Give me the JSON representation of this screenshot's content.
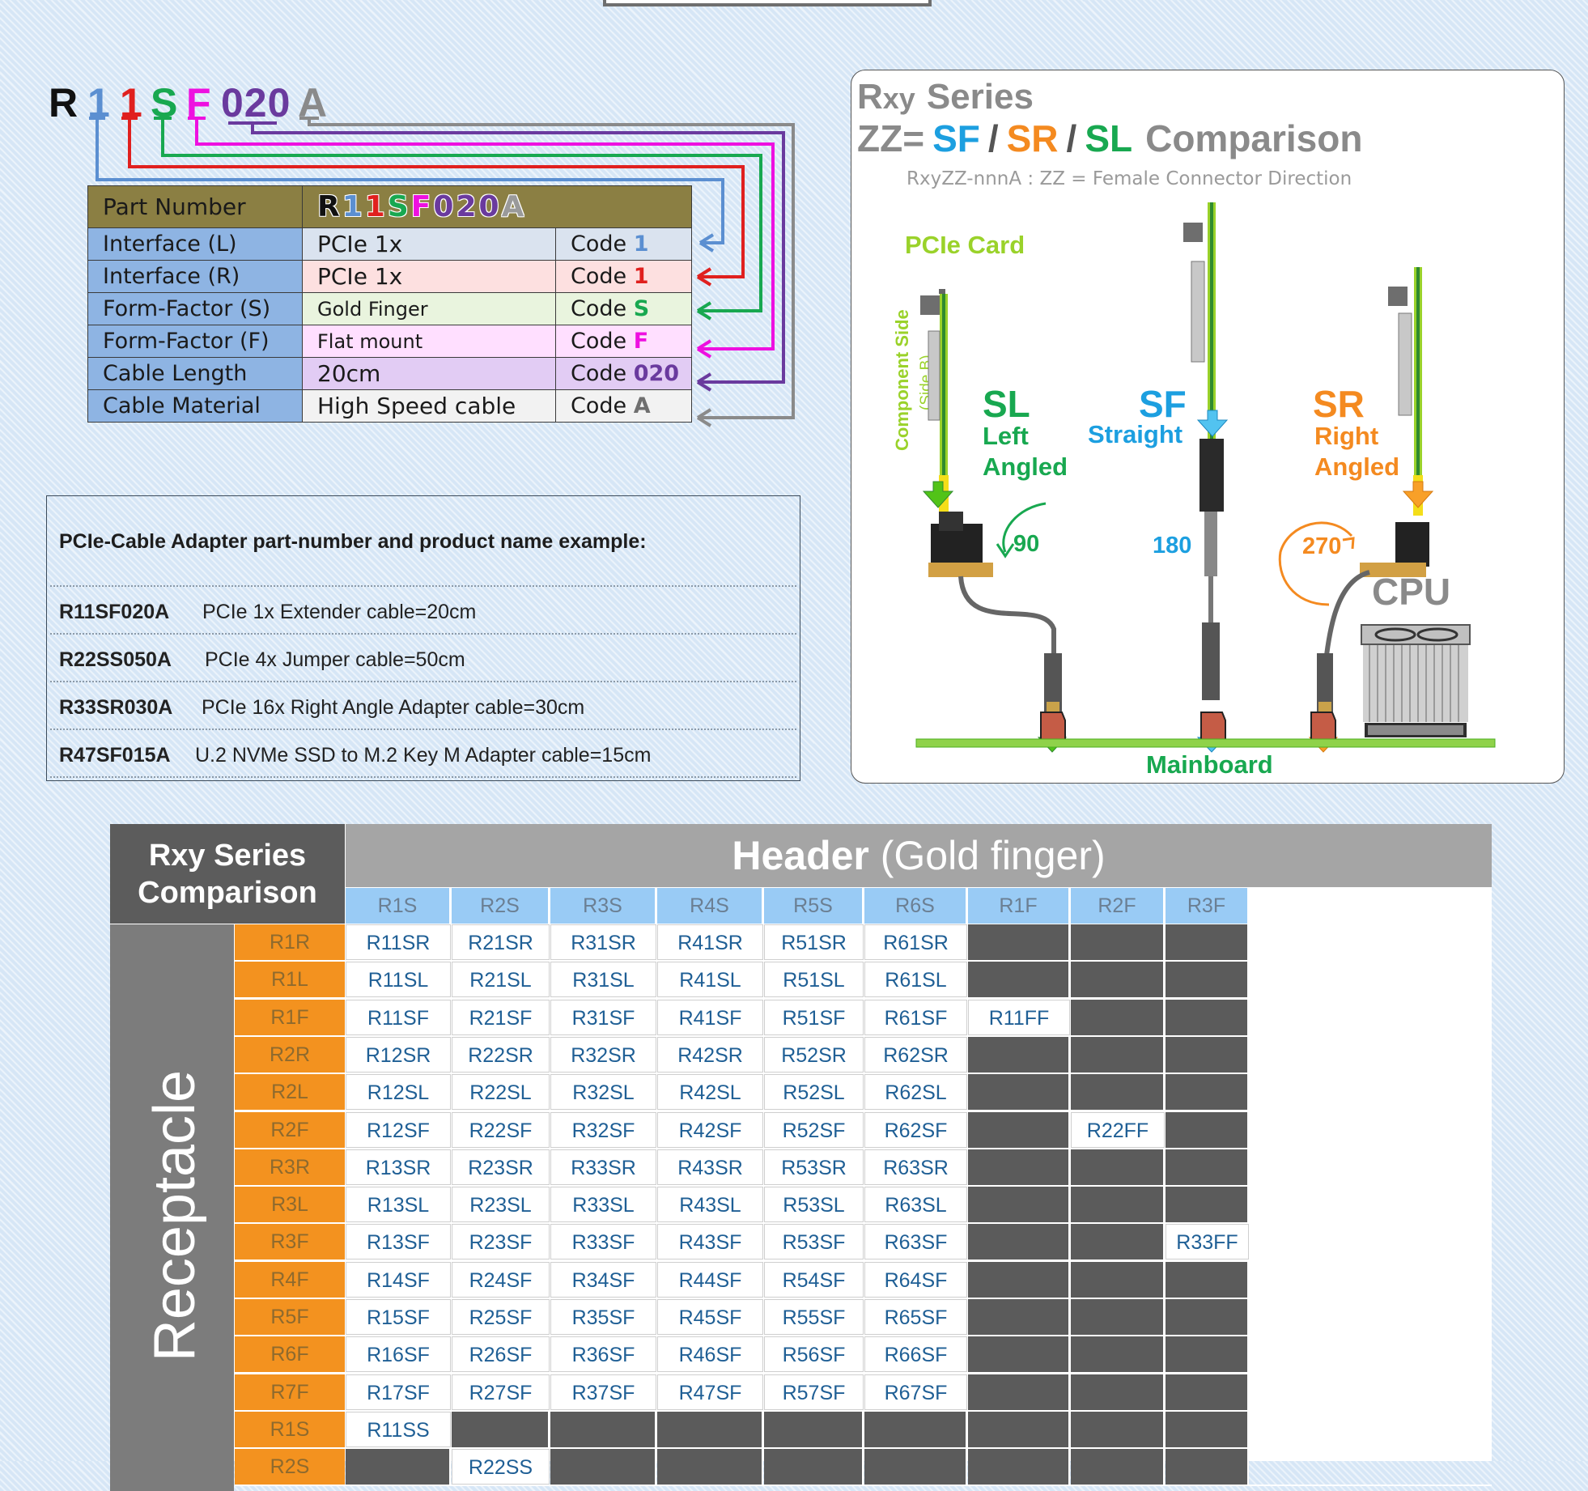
{
  "part_code": {
    "chars": [
      {
        "text": "R",
        "color": "#111111"
      },
      {
        "text": "1",
        "color": "#5b8fd1"
      },
      {
        "text": "1",
        "color": "#e0201e"
      },
      {
        "text": "S",
        "color": "#18a850"
      },
      {
        "text": "F",
        "color": "#ee10e0"
      },
      {
        "text": "020",
        "color": "#6a3a9e"
      },
      {
        "text": "A",
        "color": "#8a8a8a"
      }
    ]
  },
  "pn_table": {
    "header_label": "Part Number",
    "header_value": "R11SF020A",
    "rows": [
      {
        "label": "Interface (L)",
        "value": "PCIe 1x",
        "code_prefix": "Code",
        "code": "1",
        "value_bg": "#dae3ef",
        "code_color": "#5b8fd1"
      },
      {
        "label": "Interface (R)",
        "value": "PCIe 1x",
        "code_prefix": "Code",
        "code": "1",
        "value_bg": "#fde0e0",
        "code_color": "#e0201e"
      },
      {
        "label": "Form-Factor (S)",
        "value": "Gold Finger",
        "code_prefix": "Code",
        "code": "S",
        "value_bg": "#e9f4de",
        "code_color": "#18a850"
      },
      {
        "label": "Form-Factor (F)",
        "value": "Flat mount",
        "code_prefix": "Code",
        "code": "F",
        "value_bg": "#ffdfff",
        "code_color": "#ee10e0"
      },
      {
        "label": "Cable Length",
        "value": "20cm",
        "code_prefix": "Code",
        "code": "020",
        "value_bg": "#e2ccf4",
        "code_color": "#6a3a9e"
      },
      {
        "label": "Cable Material",
        "value": "High Speed cable",
        "code_prefix": "Code",
        "code": "A",
        "value_bg": "#f2f2f2",
        "code_color": "#7a7a7a"
      }
    ]
  },
  "examples": {
    "title": "PCIe-Cable Adapter part-number and product name example:",
    "items": [
      {
        "pn": "R11SF020A",
        "name": "PCIe 1x Extender cable=20cm"
      },
      {
        "pn": "R22SS050A",
        "name": "PCIe 4x Jumper cable=50cm"
      },
      {
        "pn": "R33SR030A",
        "name": "PCIe 16x Right Angle Adapter cable=30cm"
      },
      {
        "pn": "R47SF015A",
        "name": "U.2 NVMe SSD to M.2 Key M Adapter cable=15cm"
      }
    ]
  },
  "diagram": {
    "title_line1_a": "R",
    "title_line1_b": "xy",
    "title_line1_c": "Series",
    "title_line2_prefix": "ZZ=",
    "title_sf": "SF",
    "title_sr": "SR",
    "title_sl": "SL",
    "title_slash": "/",
    "title_line2_suffix": "Comparison",
    "subtitle": "RxyZZ-nnnA : ZZ = Female Connector Direction",
    "pcie_card": "PCIe Card",
    "component_side": "Component Side",
    "side_b": "(Side B)",
    "sl_code": "SL",
    "sl_line1": "Left",
    "sl_line2": "Angled",
    "sf_code": "SF",
    "sf_line1": "Straight",
    "sr_code": "SR",
    "sr_line1": "Right",
    "sr_line2": "Angled",
    "deg_90": "90",
    "deg_180": "180",
    "deg_270": "270",
    "cpu": "CPU",
    "mainboard": "Mainboard",
    "colors": {
      "sl": "#18a850",
      "sf": "#1c9fe0",
      "sr": "#f48a20",
      "card": "#9ad22a"
    }
  },
  "comparison": {
    "corner_line1": "Rxy Series",
    "corner_line2": "Comparison",
    "header_bold": "Header",
    "header_rest": " (Gold finger)",
    "side_label": "Receptacle",
    "columns": [
      "R1S",
      "R2S",
      "R3S",
      "R4S",
      "R5S",
      "R6S",
      "R1F",
      "R2F",
      "R3F"
    ],
    "rows": [
      {
        "label": "R1R",
        "cells": [
          "R11SR",
          "R21SR",
          "R31SR",
          "R41SR",
          "R51SR",
          "R61SR",
          "",
          "",
          ""
        ]
      },
      {
        "label": "R1L",
        "cells": [
          "R11SL",
          "R21SL",
          "R31SL",
          "R41SL",
          "R51SL",
          "R61SL",
          "",
          "",
          ""
        ]
      },
      {
        "label": "R1F",
        "cells": [
          "R11SF",
          "R21SF",
          "R31SF",
          "R41SF",
          "R51SF",
          "R61SF",
          "R11FF",
          "",
          ""
        ]
      },
      {
        "label": "R2R",
        "cells": [
          "R12SR",
          "R22SR",
          "R32SR",
          "R42SR",
          "R52SR",
          "R62SR",
          "",
          "",
          ""
        ]
      },
      {
        "label": "R2L",
        "cells": [
          "R12SL",
          "R22SL",
          "R32SL",
          "R42SL",
          "R52SL",
          "R62SL",
          "",
          "",
          ""
        ]
      },
      {
        "label": "R2F",
        "cells": [
          "R12SF",
          "R22SF",
          "R32SF",
          "R42SF",
          "R52SF",
          "R62SF",
          "",
          "R22FF",
          ""
        ]
      },
      {
        "label": "R3R",
        "cells": [
          "R13SR",
          "R23SR",
          "R33SR",
          "R43SR",
          "R53SR",
          "R63SR",
          "",
          "",
          ""
        ]
      },
      {
        "label": "R3L",
        "cells": [
          "R13SL",
          "R23SL",
          "R33SL",
          "R43SL",
          "R53SL",
          "R63SL",
          "",
          "",
          ""
        ]
      },
      {
        "label": "R3F",
        "cells": [
          "R13SF",
          "R23SF",
          "R33SF",
          "R43SF",
          "R53SF",
          "R63SF",
          "",
          "",
          "R33FF"
        ]
      },
      {
        "label": "R4F",
        "cells": [
          "R14SF",
          "R24SF",
          "R34SF",
          "R44SF",
          "R54SF",
          "R64SF",
          "",
          "",
          ""
        ]
      },
      {
        "label": "R5F",
        "cells": [
          "R15SF",
          "R25SF",
          "R35SF",
          "R45SF",
          "R55SF",
          "R65SF",
          "",
          "",
          ""
        ]
      },
      {
        "label": "R6F",
        "cells": [
          "R16SF",
          "R26SF",
          "R36SF",
          "R46SF",
          "R56SF",
          "R66SF",
          "",
          "",
          ""
        ]
      },
      {
        "label": "R7F",
        "cells": [
          "R17SF",
          "R27SF",
          "R37SF",
          "R47SF",
          "R57SF",
          "R67SF",
          "",
          "",
          ""
        ]
      },
      {
        "label": "R1S",
        "cells": [
          "R11SS",
          "",
          "",
          "",
          "",
          "",
          "",
          "",
          ""
        ]
      },
      {
        "label": "R2S",
        "cells": [
          "",
          "R22SS",
          "",
          "",
          "",
          "",
          "",
          "",
          ""
        ]
      }
    ]
  }
}
